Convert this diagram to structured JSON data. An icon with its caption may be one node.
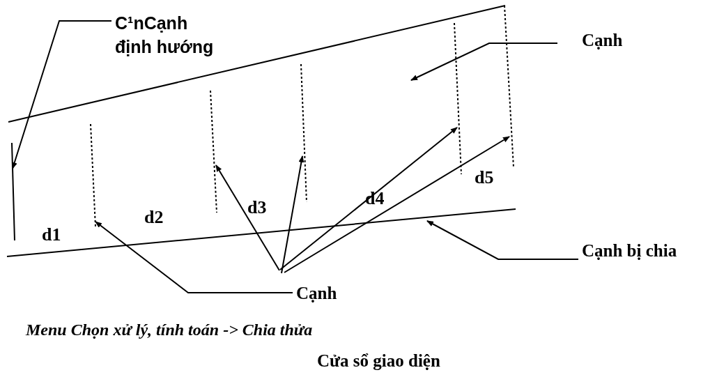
{
  "diagram": {
    "caption": "Cửa sổ giao diện",
    "nodes": [
      {
        "text": [
          "C¹nCạnh định hướng"
        ]
      },
      {
        "text": [],
        "shape": "line"
      },
      {
        "text": [
          "Cạnh"
        ]
      },
      {
        "text": [
          "Cạnh bị chia"
        ]
      },
      {
        "text": [],
        "shape": "line"
      },
      {
        "text": [
          "Cạnh"
        ]
      },
      {
        "text": [],
        "shape": "line"
      },
      {
        "text": [],
        "shape": "line"
      },
      {
        "text": [],
        "shape": "line"
      },
      {
        "text": [],
        "shape": "line"
      },
      {
        "text": [],
        "shape": "line"
      }
    ],
    "edges": [
      {
        "from": 0,
        "to": 1,
        "arrow": "to"
      },
      {
        "from": 2,
        "to": null,
        "arrow": "to"
      },
      {
        "from": 3,
        "to": 4,
        "arrow": "to"
      },
      {
        "from": 5,
        "to": 6,
        "arrow": "to"
      },
      {
        "from": null,
        "to": 7,
        "arrow": "to"
      },
      {
        "from": null,
        "to": 8,
        "arrow": "to"
      },
      {
        "from": null,
        "to": 9,
        "arrow": "to"
      },
      {
        "from": null,
        "to": 10,
        "arrow": "to"
      }
    ],
    "labels": [
      "d1",
      "d2",
      "d3",
      "d4",
      "d5",
      "Menu  Chọn xử lý, tính toán -> Chia thửa"
    ]
  }
}
